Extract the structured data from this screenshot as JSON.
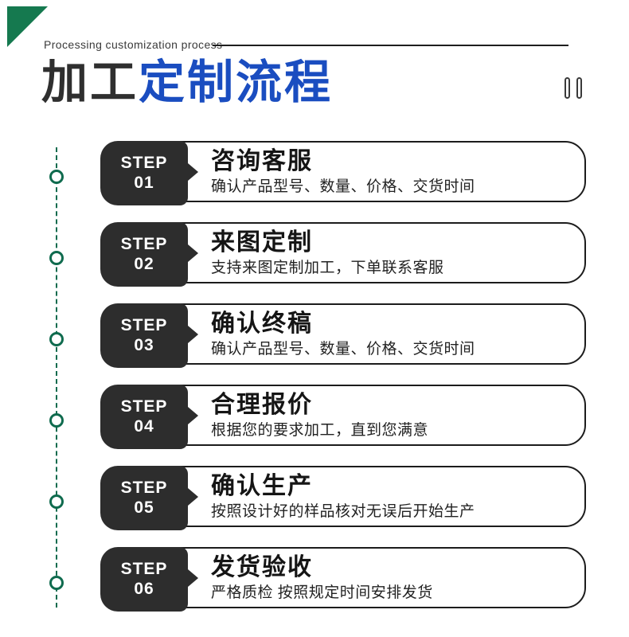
{
  "page": {
    "eyebrow": "Processing customization process",
    "title_black": "加工",
    "title_blue": "定制流程",
    "colors": {
      "accent_blue": "#1a4dc0",
      "timeline_green": "#0f6b4e",
      "step_box_black": "#2d2d2d",
      "card_border": "#1c1c1c"
    },
    "icons": {
      "corner_decoration": "green-corner-triangle",
      "pause_bars": "double-vertical-bars"
    }
  },
  "steps": [
    {
      "step_label": "STEP",
      "step_no": "01",
      "title": "咨询客服",
      "desc": "确认产品型号、数量、价格、交货时间"
    },
    {
      "step_label": "STEP",
      "step_no": "02",
      "title": "来图定制",
      "desc": "支持来图定制加工，下单联系客服"
    },
    {
      "step_label": "STEP",
      "step_no": "03",
      "title": "确认终稿",
      "desc": "确认产品型号、数量、价格、交货时间"
    },
    {
      "step_label": "STEP",
      "step_no": "04",
      "title": "合理报价",
      "desc": "根据您的要求加工，直到您满意"
    },
    {
      "step_label": "STEP",
      "step_no": "05",
      "title": "确认生产",
      "desc": "按照设计好的样品核对无误后开始生产"
    },
    {
      "step_label": "STEP",
      "step_no": "06",
      "title": "发货验收",
      "desc": "严格质检 按照规定时间安排发货"
    }
  ]
}
